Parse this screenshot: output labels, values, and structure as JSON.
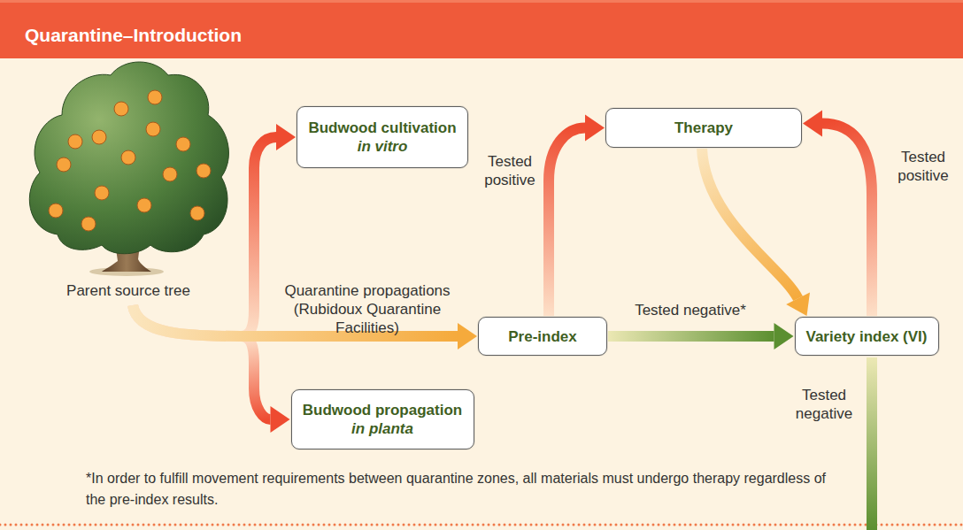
{
  "diagram": {
    "title": "Quarantine–Introduction",
    "nodes": [
      {
        "text": [
          "Parent source tree"
        ]
      },
      {
        "text": [
          "Budwood cultivation",
          "in vitro"
        ]
      },
      {
        "text": [
          "Therapy"
        ]
      },
      {
        "text": [
          "Pre-index"
        ]
      },
      {
        "text": [
          "Variety index (VI)"
        ]
      },
      {
        "text": [
          "Budwood propagation",
          "in planta"
        ]
      }
    ],
    "edges": [
      {
        "from": 0,
        "to": 1,
        "arrow": "to"
      },
      {
        "from": 0,
        "to": 3,
        "label": "Quarantine propagations (Rubidoux Quarantine Facilities)",
        "arrow": "to"
      },
      {
        "from": 0,
        "to": 5,
        "arrow": "to"
      },
      {
        "from": 3,
        "to": 2,
        "label": "Tested positive",
        "arrow": "to"
      },
      {
        "from": 3,
        "to": 4,
        "label": "Tested negative*",
        "arrow": "to"
      },
      {
        "from": 2,
        "to": 4,
        "arrow": "to"
      },
      {
        "from": 4,
        "to": 2,
        "label": "Tested positive",
        "arrow": "to"
      }
    ],
    "labels": [
      "Tested negative",
      "*In order to fulfill movement requirements between quarantine zones, all materials must undergo therapy regardless of the pre-index results."
    ]
  }
}
